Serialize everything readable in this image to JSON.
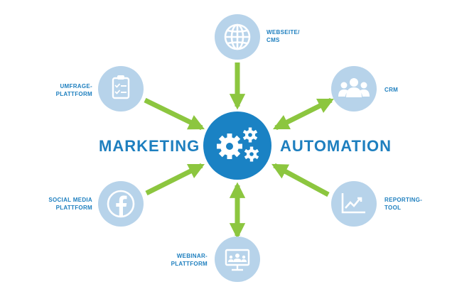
{
  "center": {
    "left_word": "MARKETING",
    "right_word": "AUTOMATION",
    "icon": "gears-icon"
  },
  "nodes": [
    {
      "id": "webseite",
      "label": "WEBSEITE/\nCMS",
      "icon": "globe-icon",
      "connection": "inbound"
    },
    {
      "id": "crm",
      "label": "CRM",
      "icon": "users-group-icon",
      "connection": "bidirectional"
    },
    {
      "id": "reporting",
      "label": "REPORTING-\nTOOL",
      "icon": "line-chart-icon",
      "connection": "inbound"
    },
    {
      "id": "webinar",
      "label": "WEBINAR-\nPLATTFORM",
      "icon": "presentation-screen-icon",
      "connection": "bidirectional"
    },
    {
      "id": "social",
      "label": "SOCIAL MEDIA\nPLATTFORM",
      "icon": "facebook-icon",
      "connection": "inbound"
    },
    {
      "id": "umfrage",
      "label": "UMFRAGE-\nPLATTFORM",
      "icon": "clipboard-checklist-icon",
      "connection": "inbound"
    }
  ],
  "colors": {
    "center_fill": "#1a82c4",
    "node_fill": "#b7d3ea",
    "label_text": "#1e7fbf",
    "arrow": "#8cc63f",
    "icon_white": "#ffffff"
  }
}
